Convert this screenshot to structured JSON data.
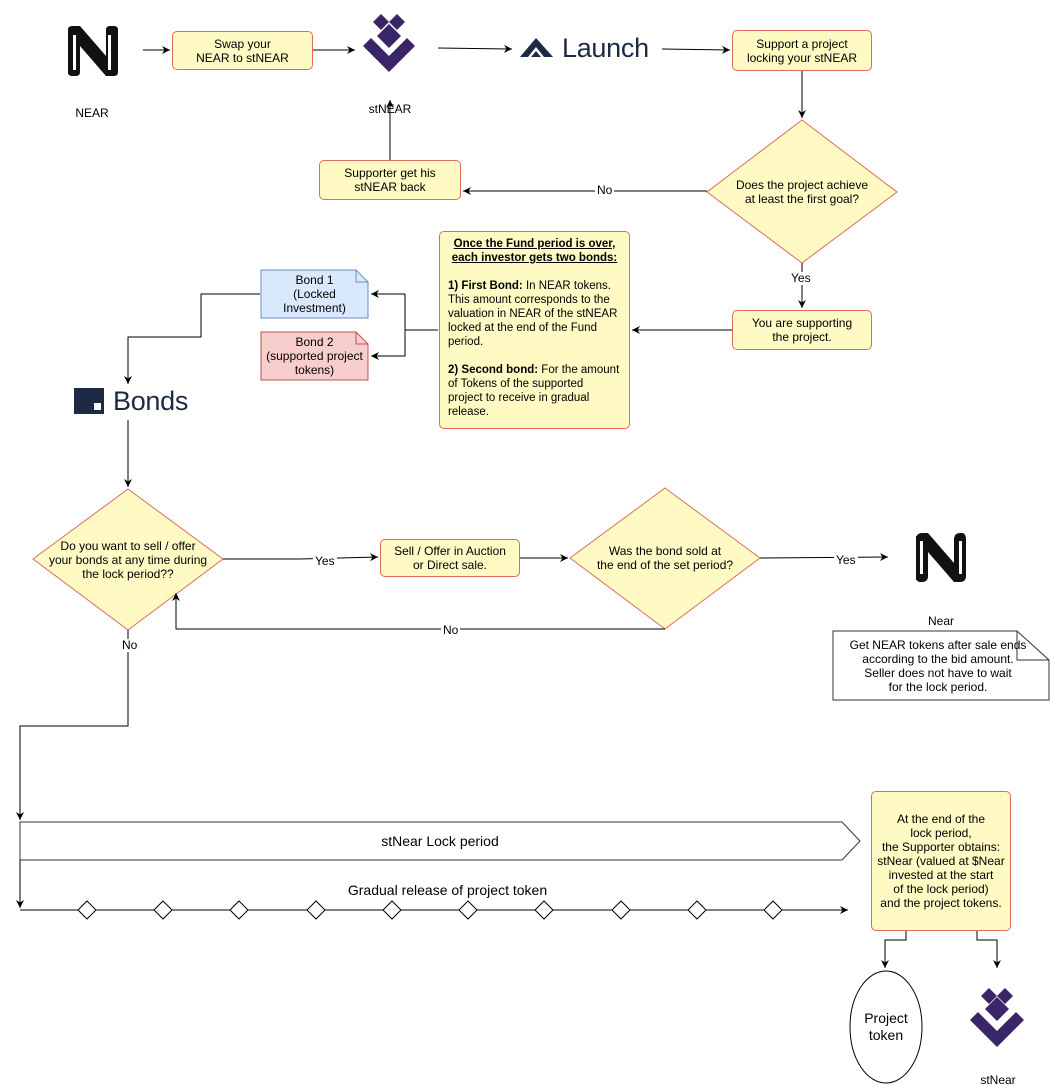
{
  "near_label": "NEAR",
  "swap_box": "Swap your\nNEAR to stNEAR",
  "stnear_label": "stNEAR",
  "launch_logo": "Launch",
  "support_box": "Support a project\nlocking your stNEAR",
  "goal_diamond": "Does the project achieve\nat least the first goal?",
  "edge_no_1": "No",
  "supporter_back_box": "Supporter get his\nstNEAR back",
  "edge_yes_1": "Yes",
  "supporting_box": "You are supporting\nthe project.",
  "fund_note": {
    "heading": "Once the Fund  period is over,\neach investor gets two  bonds:",
    "first_bond_title": "1) First Bond:",
    "first_bond_text": "  In NEAR tokens. This amount corresponds to the valuation in NEAR of the stNEAR locked at the end of the Fund period.",
    "second_bond_title": "2) Second bond:",
    "second_bond_text": "  For the amount of Tokens of the supported project to receive in gradual release."
  },
  "bond1": "Bond 1\n(Locked\nInvestment)",
  "bond2": "Bond 2\n(supported project\ntokens)",
  "bonds_logo": "Bonds",
  "sell_diamond": "Do you want to sell  / offer\nyour bonds at any time during\nthe lock period??",
  "edge_yes_2": "Yes",
  "auction_box": "Sell / Offer in Auction\nor Direct sale.",
  "sold_diamond": "Was the bond sold at\nthe end of the set period?",
  "edge_yes_3": "Yes",
  "edge_no_2": "No",
  "edge_no_3": "No",
  "near_label_2": "Near",
  "near_note": "Get NEAR tokens after sale ends\naccording to the bid amount.\nSeller does not have to wait\nfor the lock period.",
  "lock_period": "stNear Lock period",
  "gradual_release": "Gradual release of project token",
  "end_box": "At the end of the\nlock period,\nthe Supporter obtains:\nstNear (valued at $Near\ninvested at the start\nof the lock period)\nand the project tokens.",
  "project_token": "Project\ntoken",
  "stnear_label_2": "stNear",
  "colors": {
    "yellow_fill": "#fff9c4",
    "red_border": "#e06a5f",
    "blue_fill": "#dae8fc",
    "pink_fill": "#f8cecc",
    "near_black": "#111111",
    "stnear_purple": "#3b2569",
    "launch_navy": "#1d2a44"
  },
  "icons": [
    "near-logo-icon",
    "stnear-logo-icon",
    "launch-logo-icon",
    "bonds-logo-icon"
  ]
}
